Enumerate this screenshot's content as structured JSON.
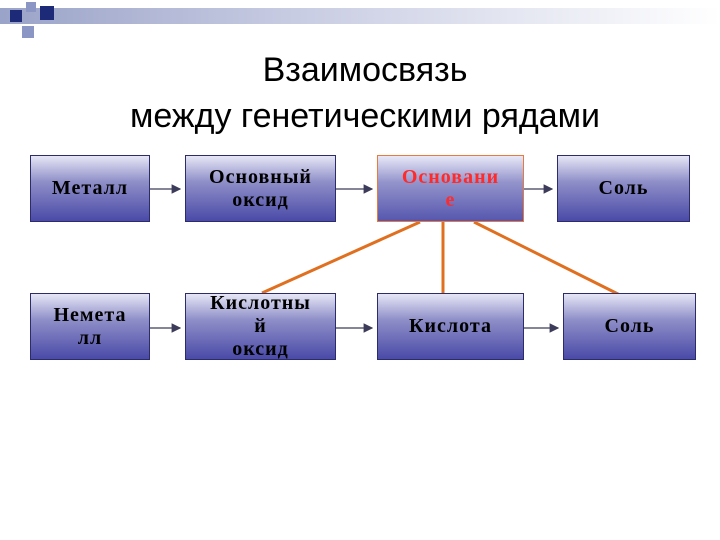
{
  "title": {
    "line1": "Взаимосвязь",
    "line2": "между генетическими рядами"
  },
  "rows": {
    "metal": {
      "metal": "Металл",
      "basic_oxide_line1": "Основный",
      "basic_oxide_line2": "оксид",
      "base_line1": "Основани",
      "base_line2": "е",
      "salt": "Соль"
    },
    "nonmetal": {
      "nonmetal_line1": "Немета",
      "nonmetal_line2": "лл",
      "acid_oxide_line1": "Кислотны",
      "acid_oxide_line2": "й",
      "acid_oxide_line3": "оксид",
      "acid": "Кислота",
      "salt": "Соль"
    }
  },
  "colors": {
    "box_border": "#2c2c6c",
    "arrow": "#3c3c5a",
    "link_orange": "#e07020",
    "highlight_text": "#ff2a2a"
  }
}
